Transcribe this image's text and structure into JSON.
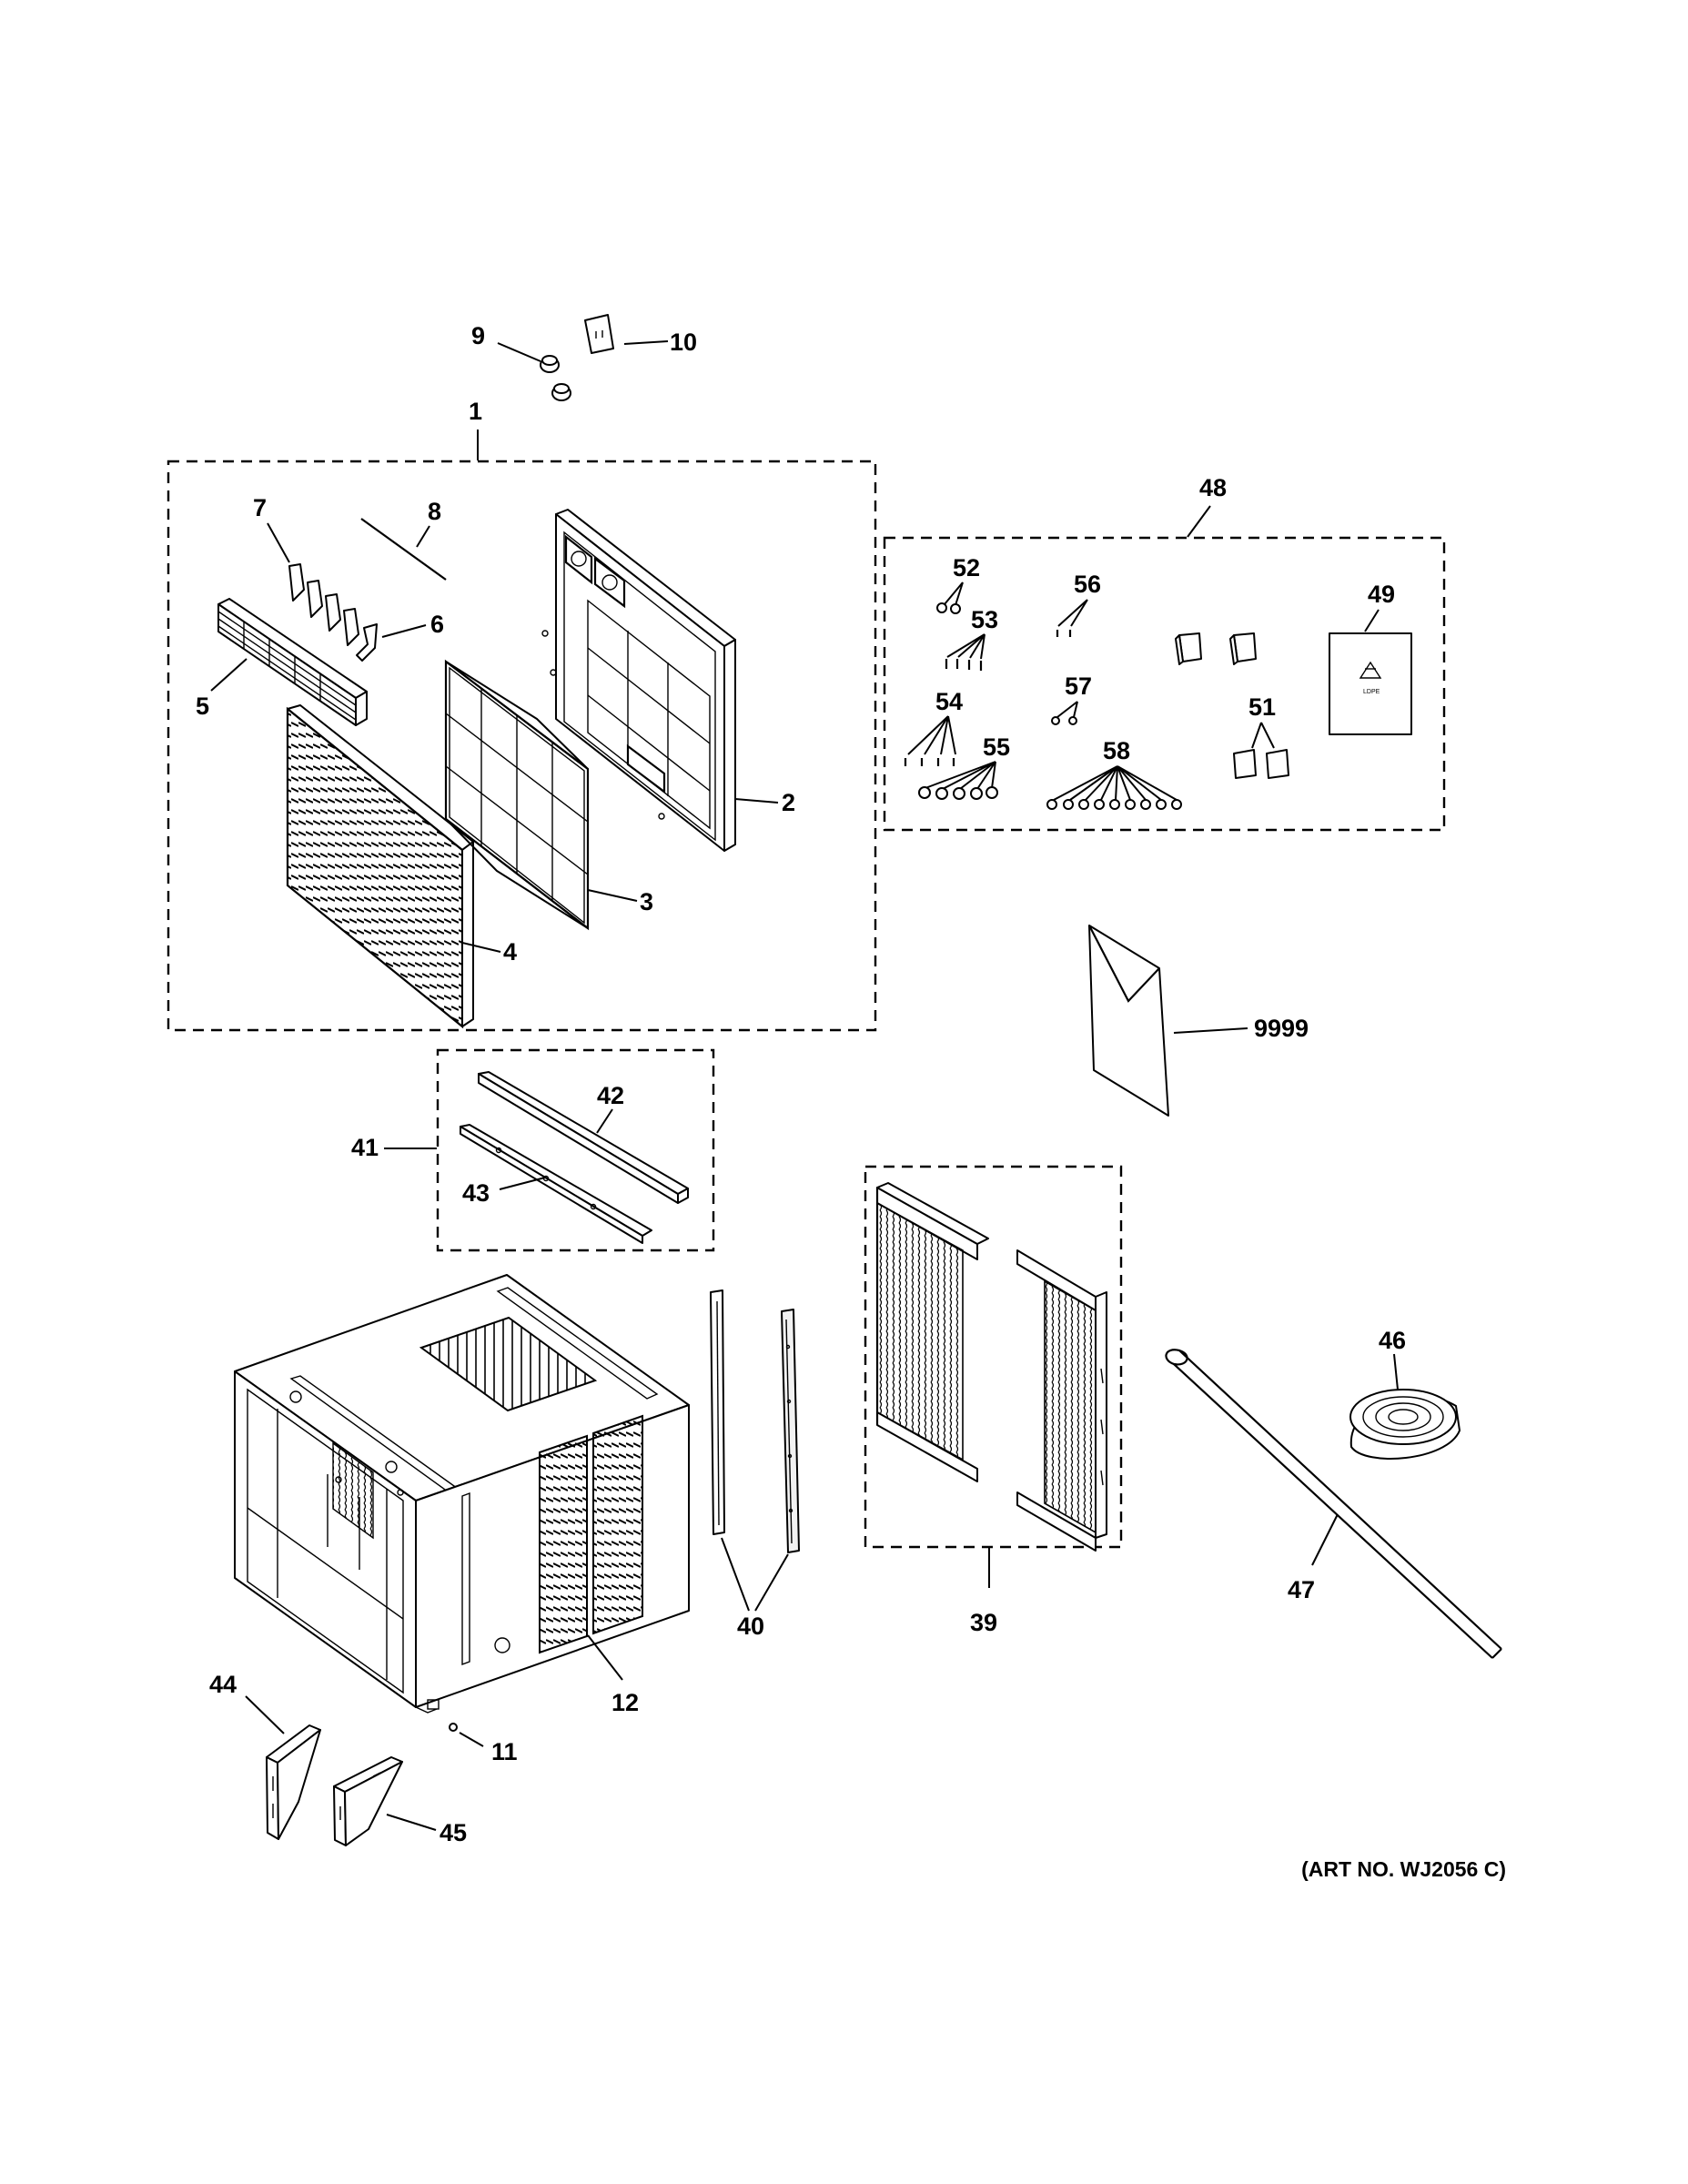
{
  "labels": {
    "c1": "1",
    "c2": "2",
    "c3": "3",
    "c4": "4",
    "c5": "5",
    "c6": "6",
    "c7": "7",
    "c8": "8",
    "c9": "9",
    "c10": "10",
    "c11": "11",
    "c12": "12",
    "c39": "39",
    "c40": "40",
    "c41": "41",
    "c42": "42",
    "c43": "43",
    "c44": "44",
    "c45": "45",
    "c46": "46",
    "c47": "47",
    "c48": "48",
    "c49": "49",
    "c51": "51",
    "c52": "52",
    "c53": "53",
    "c54": "54",
    "c55": "55",
    "c56": "56",
    "c57": "57",
    "c58": "58",
    "c9999": "9999"
  },
  "art_number": "(ART NO. WJ2056 C)",
  "icons": {
    "recycle": "recycle-icon"
  }
}
